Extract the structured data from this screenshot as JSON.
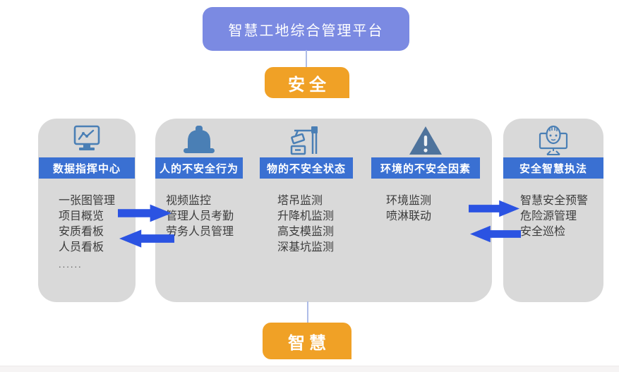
{
  "platform": {
    "title": "智慧工地综合管理平台"
  },
  "tags": {
    "top": "安全",
    "bottom": "智慧"
  },
  "left_panel": {
    "icon": "monitor-chart-icon",
    "title": "数据指挥中心",
    "items": [
      "一张图管理",
      "项目概览",
      "安质看板",
      "人员看板"
    ],
    "more": "......"
  },
  "center_panel": {
    "columns": [
      {
        "icon": "helmet-icon",
        "title": "人的不安全行为",
        "items": [
          "视频监控",
          "管理人员考勤",
          "劳务人员管理"
        ]
      },
      {
        "icon": "tower-crane-icon",
        "title": "物的不安全状态",
        "items": [
          "塔吊监测",
          "升降机监测",
          "高支模监测",
          "深基坑监测"
        ]
      },
      {
        "icon": "warning-triangle-icon",
        "title": "环境的不安全因素",
        "items": [
          "环境监测",
          "喷淋联动"
        ]
      }
    ]
  },
  "right_panel": {
    "icon": "monitor-face-icon",
    "title": "安全智慧执法",
    "items": [
      "智慧安全预警",
      "危险源管理",
      "安全巡检"
    ]
  },
  "colors": {
    "platform_blue": "#7b8ae2",
    "tag_orange": "#f0a126",
    "panel_gray": "#d9d9d9",
    "banner_blue": "#3a70d2",
    "arrow_blue": "#2b53e2",
    "icon_steel_blue": "#4a7fb5",
    "triangle_slate": "#4e739c",
    "text_dark": "#3c3c3c",
    "connector_light_blue": "#aebde8"
  }
}
